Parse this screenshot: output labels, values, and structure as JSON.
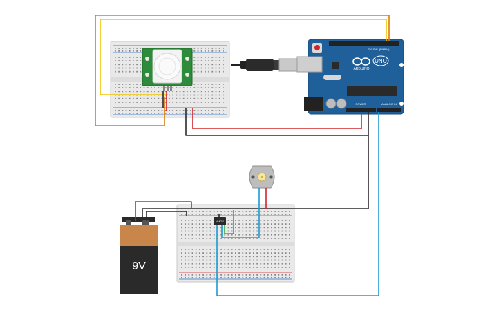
{
  "arduino": {
    "logo_text": "UNO",
    "brand_text": "ARDUINO",
    "digital_label": "DIGITAL (PWM~)",
    "power_label": "POWER",
    "analog_label": "ANALOG IN"
  },
  "battery": {
    "voltage_label": "9V"
  },
  "transistor": {
    "label": "NMOS"
  },
  "colors": {
    "wire_red": "#d2232a",
    "wire_black": "#2b2b2b",
    "wire_yellow": "#f2c500",
    "wire_orange": "#e07b00",
    "wire_blue": "#1d9bd1",
    "wire_green": "#3aa83a",
    "arduino_blue": "#1f5f9a",
    "pir_green": "#2e8b3a",
    "battery_orange": "#c8864a",
    "battery_black": "#2a2a2a"
  }
}
